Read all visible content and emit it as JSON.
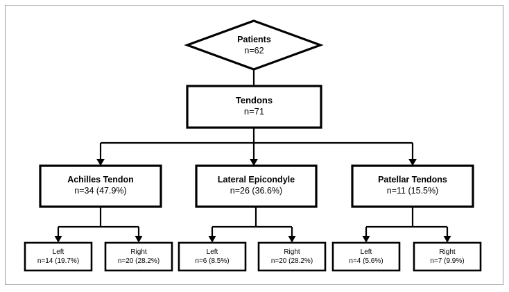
{
  "figure": {
    "type": "flowchart",
    "orientation": "top-down",
    "background_color": "#ffffff",
    "line_color": "#000000",
    "frame_color": "#9a9a9a"
  },
  "nodes": {
    "root": {
      "shape": "diamond",
      "title": "Patients",
      "count": "n=62"
    },
    "level1": {
      "shape": "rectangle",
      "title": "Tendons",
      "count": "n=71"
    },
    "level2": [
      {
        "shape": "rectangle",
        "title": "Achilles Tendon",
        "count": "n=34 (47.9%)"
      },
      {
        "shape": "rectangle",
        "title": "Lateral Epicondyle",
        "count": "n=26 (36.6%)"
      },
      {
        "shape": "rectangle",
        "title": "Patellar Tendons",
        "count": "n=11 (15.5%)"
      }
    ],
    "level3": [
      {
        "shape": "rectangle",
        "title": "Left",
        "count": "n=14 (19.7%)",
        "parent": "Achilles Tendon"
      },
      {
        "shape": "rectangle",
        "title": "Right",
        "count": "n=20 (28.2%)",
        "parent": "Achilles Tendon"
      },
      {
        "shape": "rectangle",
        "title": "Left",
        "count": "n=6 (8.5%)",
        "parent": "Lateral Epicondyle"
      },
      {
        "shape": "rectangle",
        "title": "Right",
        "count": "n=20 (28.2%)",
        "parent": "Lateral Epicondyle"
      },
      {
        "shape": "rectangle",
        "title": "Left",
        "count": "n=4 (5.6%)",
        "parent": "Patellar Tendons"
      },
      {
        "shape": "rectangle",
        "title": "Right",
        "count": "n=7 (9.9%)",
        "parent": "Patellar Tendons"
      }
    ]
  }
}
